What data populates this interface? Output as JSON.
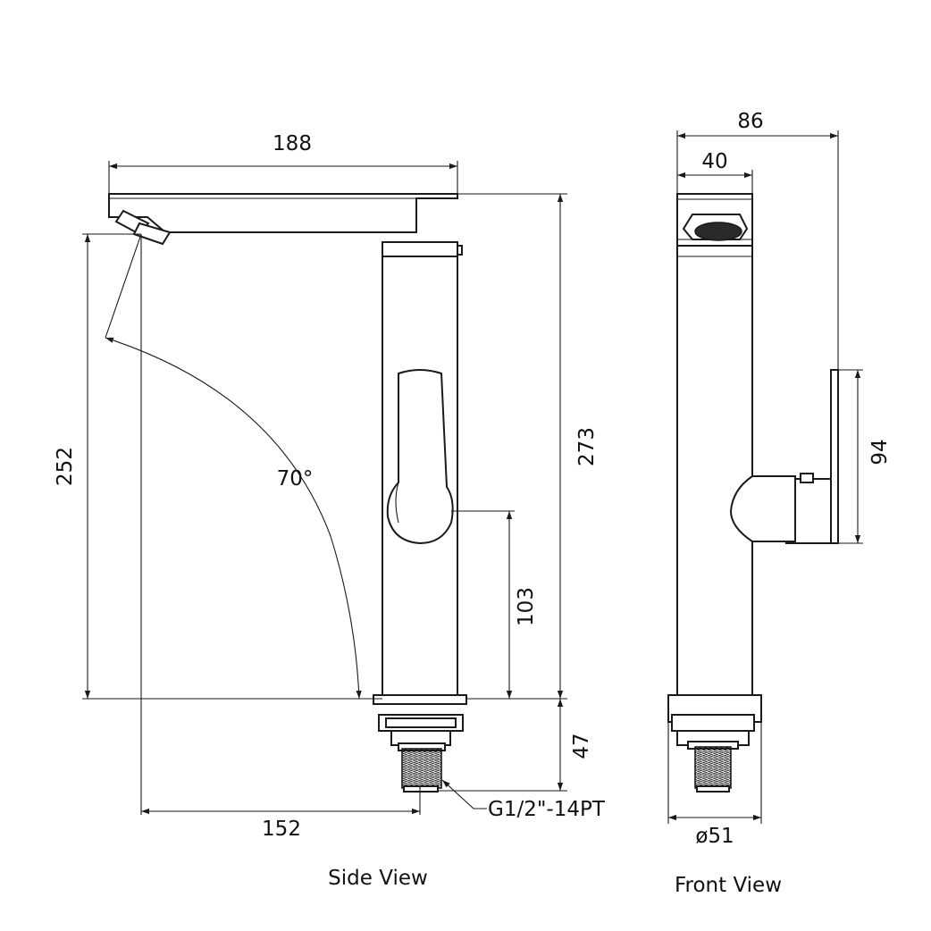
{
  "side_view": {
    "caption": "Side View",
    "dimensions": {
      "spout_length": "188",
      "height_total": "273",
      "outlet_height": "252",
      "swivel_angle": "70°",
      "handle_height": "103",
      "shank_length": "47",
      "outlet_reach": "152"
    },
    "thread_callout": "G1/2\"-14PT"
  },
  "front_view": {
    "caption": "Front View",
    "dimensions": {
      "overall_width": "86",
      "spout_width": "40",
      "handle_height": "94",
      "base_diameter": "ø51"
    }
  }
}
